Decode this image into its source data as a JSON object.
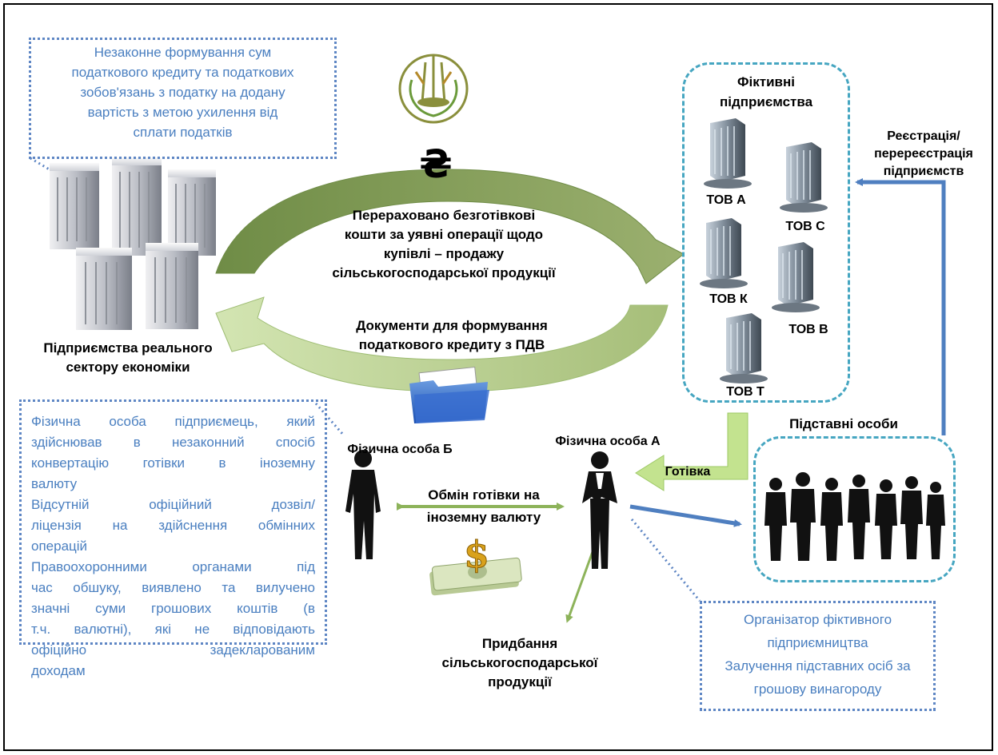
{
  "top_note": {
    "lines": [
      "Незаконне формування сум",
      "податкового кредиту та податкових",
      "зобов'язань з податку на додану",
      "вартість з метою ухилення від",
      "сплати податків"
    ]
  },
  "arrows": {
    "money_symbol": "₴",
    "upper_label": [
      "Перераховано безготівкові",
      "кошти за уявні операції  щодо",
      "купівлі – продажу",
      "сільськогосподарської продукції"
    ],
    "lower_label": [
      "Документи для формування",
      "податкового кредиту з ПДВ"
    ]
  },
  "real_sector": {
    "label": [
      "Підприємства реального",
      "сектору економіки"
    ]
  },
  "fictive": {
    "title": [
      "Фіктивні",
      "підприємства"
    ],
    "companies": [
      "ТОВ А",
      "ТОВ С",
      "ТОВ К",
      "ТОВ В",
      "ТОВ Т"
    ]
  },
  "registration": {
    "label": [
      "Реєстрація/",
      "перереєстрація",
      "підприємств"
    ]
  },
  "nominees": {
    "title": "Підставні  особи"
  },
  "cash": {
    "label": "Готівка"
  },
  "person_a": {
    "label": "Фізична особа А"
  },
  "person_b": {
    "label": "Фізична особа Б"
  },
  "exchange": {
    "label": [
      "Обмін  готівки на",
      "іноземну валюту"
    ]
  },
  "purchase": {
    "label": [
      "Придбання",
      "сільськогосподарської",
      "продукції"
    ]
  },
  "left_note": {
    "lines": [
      "Фізична особа підприємець, який",
      "здійснював  в незаконний спосіб",
      "конвертацію готівки в іноземну",
      "валюту",
      "Відсутній     офіційний     дозвіл/",
      "ліцензія на здійснення обмінних",
      "операцій",
      " Правоохоронними  органами під",
      "час обшуку, виявлено та вилучено",
      "значні суми грошових коштів (в",
      "т.ч. валютні), які не відповідають",
      "офіційно              задекларованим",
      "доходам"
    ]
  },
  "right_note": {
    "lines": [
      "Організатор фіктивного",
      "підприємництва",
      "Залучення підставних осіб за",
      "грошову винагороду"
    ]
  },
  "colors": {
    "note_text": "#4a7fc0",
    "dotted_border": "#5e86c4",
    "dashed_border": "#46a6c1",
    "arrow_dark_green": "#7f9a58",
    "arrow_light_green": "#c3d99c",
    "blue_arrow": "#4f7fc0"
  }
}
